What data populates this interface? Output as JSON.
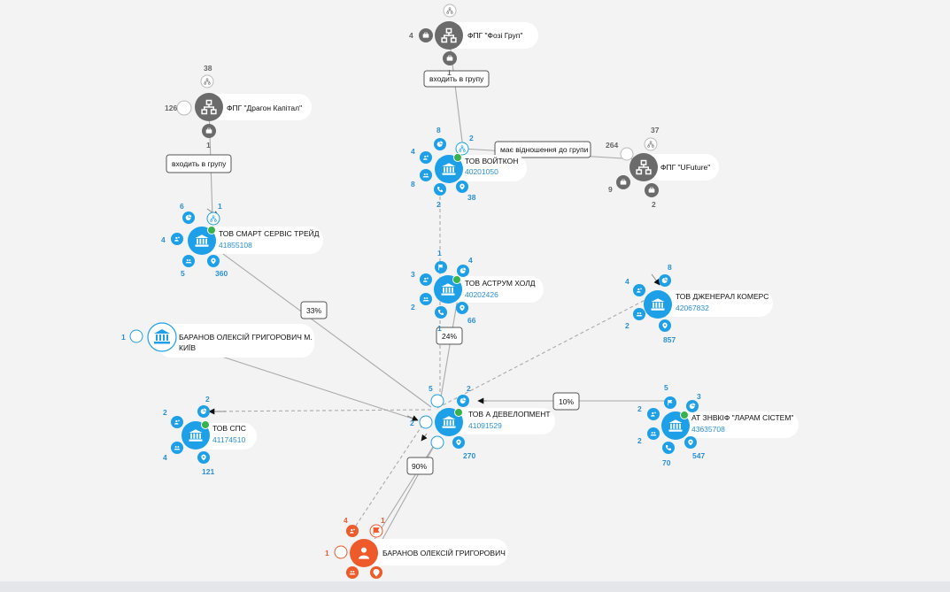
{
  "colors": {
    "company": "#1ea0e8",
    "group": "#6b6b6b",
    "person": "#ef5a2a",
    "edge": "#aaaaaa",
    "count_blue": "#2a8fd6",
    "count_grey": "#666666",
    "check": "#37b24d"
  },
  "nodes": {
    "fozi": {
      "name": "ФПГ \"Фозі Груп\"",
      "counts": [
        "4",
        "1"
      ]
    },
    "dragon": {
      "name": "ФПГ \"Драгон Капітал\"",
      "counts": [
        "38",
        "126",
        "1"
      ]
    },
    "ufuture": {
      "name": "ФПГ \"UFuture\"",
      "counts": [
        "37",
        "264",
        "9",
        "2"
      ]
    },
    "voitkon": {
      "name": "ТОВ ВОЙТКОН",
      "code": "40201050",
      "counts": [
        "8",
        "2",
        "4",
        "8",
        "2",
        "38"
      ]
    },
    "smart": {
      "name": "ТОВ СМАРТ СЕРВІС ТРЕЙД",
      "code": "41855108",
      "counts": [
        "6",
        "1",
        "4",
        "5",
        "360"
      ]
    },
    "astrum": {
      "name": "ТОВ АСТРУМ ХОЛД",
      "code": "40202426",
      "counts": [
        "1",
        "4",
        "3",
        "2",
        "1",
        "66"
      ]
    },
    "general": {
      "name": "ТОВ ДЖЕНЕРАЛ КОМЕРС",
      "code": "42067832",
      "counts": [
        "8",
        "4",
        "2",
        "857"
      ]
    },
    "baranov_kyiv": {
      "name_line1": "БАРАНОВ ОЛЕКСІЙ ГРИГОРОВИЧ М.",
      "name_line2": "КИЇВ",
      "counts": [
        "1"
      ]
    },
    "sps": {
      "name": "ТОВ СПС",
      "code": "41174510",
      "counts": [
        "2",
        "2",
        "4",
        "121"
      ]
    },
    "development": {
      "name": "ТОВ А ДЕВЕЛОПМЕНТ",
      "code": "41091529",
      "counts": [
        "5",
        "2",
        "2",
        "270"
      ]
    },
    "laram": {
      "name": "АТ ЗНВКІФ \"ЛАРАМ СІСТЕМ\"",
      "code": "43635708",
      "counts": [
        "5",
        "3",
        "2",
        "2",
        "70",
        "547"
      ]
    },
    "baranov": {
      "name": "БАРАНОВ ОЛЕКСІЙ ГРИГОРОВИЧ",
      "counts": [
        "4",
        "1",
        "1"
      ]
    }
  },
  "edges": {
    "fozi_group": "входить в групу",
    "dragon_group": "входить в групу",
    "ufuture_rel": "має відношення до групи",
    "smart_share": "33%",
    "astrum_share": "24%",
    "laram_share": "10%",
    "baranov_share": "90%"
  },
  "icons": {
    "company": "bank-icon",
    "group": "org-chart-icon",
    "person": "person-icon",
    "satellite": [
      "users-icon",
      "add-user-icon",
      "pie-chart-icon",
      "location-pin-icon",
      "phone-icon",
      "flag-icon",
      "briefcase-icon",
      "network-icon",
      "check-icon"
    ]
  }
}
